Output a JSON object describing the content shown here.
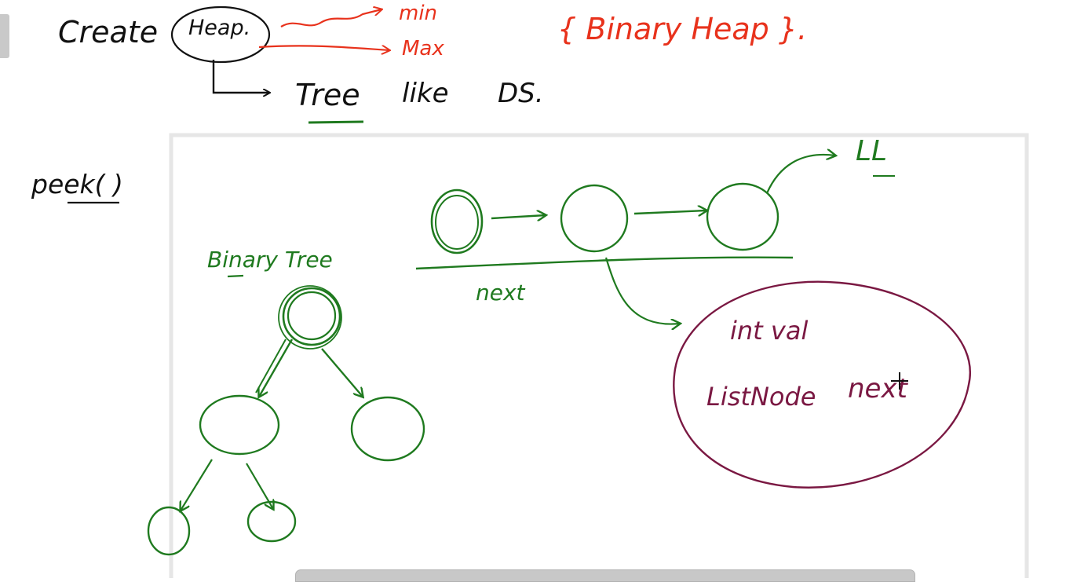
{
  "colors": {
    "ink_black": "#111111",
    "ink_red": "#e8321c",
    "ink_green": "#1f7a1f",
    "ink_maroon": "#7a1842",
    "frame_border": "#e6e6e6",
    "tab_gray": "#c9c9c9"
  },
  "notes": {
    "create": "Create",
    "heap": "Heap.",
    "min": "min",
    "max": "Max",
    "binary_heap": "{ Binary Heap }.",
    "tree": "Tree",
    "like": "like",
    "ds": "DS.",
    "peek": "peek( )"
  },
  "diagram": {
    "binary_tree_label": "Binary Tree",
    "ll_label": "LL",
    "next_label": "next",
    "int_val": "int val",
    "list_node": "ListNode",
    "next_field": "next"
  }
}
